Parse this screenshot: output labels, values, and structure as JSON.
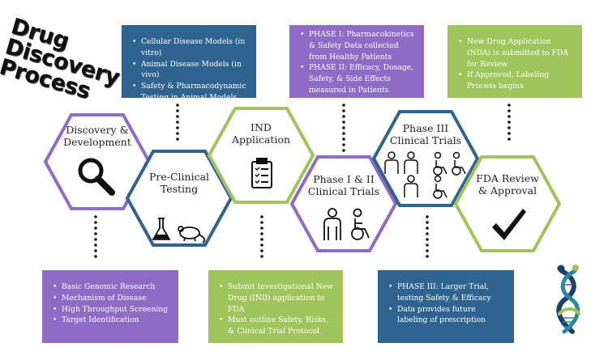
{
  "title": {
    "line1": "Drug",
    "line2": "Discovery",
    "line3": "Process"
  },
  "stages": [
    {
      "id": "discovery",
      "line1": "Discovery &",
      "line2": "Development",
      "color": "#8e6bc4",
      "icon": "magnifying-glass-icon"
    },
    {
      "id": "preclinical",
      "line1": "Pre-Clinical",
      "line2": "Testing",
      "color": "#2f6490",
      "icon": "flask-and-mouse-icon"
    },
    {
      "id": "ind",
      "line1": "IND",
      "line2": "Application",
      "color": "#9fc45c",
      "icon": "clipboard-checklist-icon"
    },
    {
      "id": "phase12",
      "line1": "Phase I & II",
      "line2": "Clinical Trials",
      "color": "#8e6bc4",
      "icon": "patients-icon"
    },
    {
      "id": "phase3",
      "line1": "Phase III",
      "line2": "Clinical Trials",
      "color": "#2f6490",
      "icon": "patient-group-icon"
    },
    {
      "id": "fda",
      "line1": "FDA Review",
      "line2": "& Approval",
      "color": "#9fc45c",
      "icon": "checkmark-icon"
    }
  ],
  "boxes": {
    "preclinical": [
      "Cellular Disease Models (in vitro)",
      "Animal Disease Models (in vivo)",
      "Safety & Pharmacodynamic Testing in Animal Models"
    ],
    "phase12": [
      "PHASE I: Pharmacokinetics & Safety Data collected from Healthy Patients",
      "PHASE II: Efficacy, Dosage, Safety, & Side Effects measured in Patients"
    ],
    "fda": [
      "New Drug Application (NDA) is submitted to FDA for Review",
      "If Approved, Labeling Process begins"
    ],
    "discovery": [
      "Basic Genomic Research",
      "Mechanism of Disease",
      "High Throughput Screening",
      "Target Identification"
    ],
    "ind": [
      "Submit Investigational New Drug (IND) application to FDA",
      "Must outline Safety, Risks, & Clinical Trial Protocol"
    ],
    "phase3": [
      "PHASE III: Larger Trial, testing Safety & Efficacy",
      "Data provides future labeling of prescription"
    ]
  },
  "colors": {
    "purple": "#8e6bc4",
    "blue": "#2f6490",
    "green": "#9fc45c",
    "logo_teal": "#2a8a9a",
    "logo_navy": "#1f3f6a"
  },
  "logo": {
    "icon": "dna-helix-logo-icon"
  }
}
